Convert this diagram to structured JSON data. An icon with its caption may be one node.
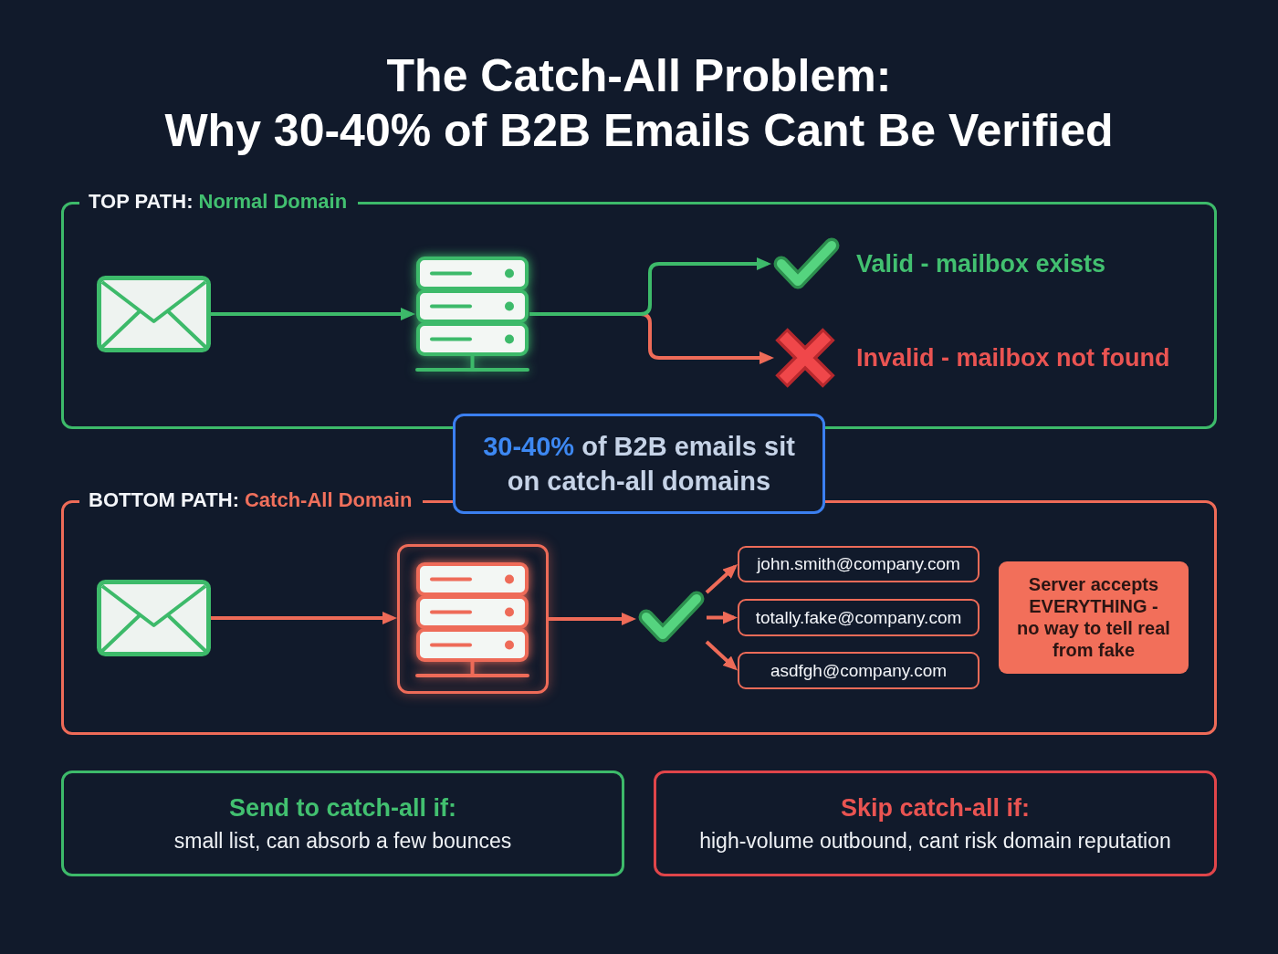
{
  "diagram": {
    "title": "The Catch-All Problem: Why 30-40% of B2B Emails Cant Be Verified",
    "nodes": [
      {
        "text": [
          "TOP PATH:",
          "Normal Domain"
        ]
      },
      {
        "text": [],
        "shape": "picture",
        "in": 0
      },
      {
        "text": [],
        "shape": "picture",
        "in": 0
      },
      {
        "text": [],
        "shape": "picture",
        "in": 0,
        "beside": [
          "Valid - mailbox exists"
        ]
      },
      {
        "text": [],
        "shape": "picture",
        "in": 0,
        "beside": [
          "Invalid - mailbox not found"
        ]
      },
      {
        "text": [
          "**30-40%** of B2B emails sit on catch-all domains"
        ]
      },
      {
        "text": [
          "BOTTOM PATH:",
          "Catch-All Domain"
        ]
      },
      {
        "text": [],
        "shape": "picture",
        "in": 6
      },
      {
        "text": [],
        "shape": "picture",
        "in": 6
      },
      {
        "text": [],
        "shape": "picture",
        "in": 6
      },
      {
        "text": [
          "john.smith@company.com"
        ],
        "in": 6
      },
      {
        "text": [
          "totally.fake@company.com"
        ],
        "in": 6
      },
      {
        "text": [
          "asdfgh@company.com"
        ],
        "in": 6
      },
      {
        "text": [
          "Server accepts EVERYTHING - no way to tell real from fake"
        ],
        "in": 6
      },
      {
        "text": [
          "Send to catch-all if:",
          "small list, can absorb a few bounces"
        ]
      },
      {
        "text": [
          "Skip catch-all if:",
          "high-volume outbound, cant risk domain reputation"
        ]
      }
    ],
    "edges": [
      {
        "from": 1,
        "to": 2,
        "arrow": "to",
        "color": "#3dba6a"
      },
      {
        "from": 2,
        "to": 3,
        "arrow": "to",
        "color": "#3dba6a"
      },
      {
        "from": 2,
        "to": 4,
        "arrow": "to"
      },
      {
        "from": 7,
        "to": 8,
        "arrow": "to"
      },
      {
        "from": 8,
        "to": 9,
        "arrow": "to"
      },
      {
        "from": 9,
        "to": 10,
        "arrow": "to"
      },
      {
        "from": 9,
        "to": 11,
        "arrow": "to"
      },
      {
        "from": 9,
        "to": 12,
        "arrow": "to"
      }
    ]
  }
}
